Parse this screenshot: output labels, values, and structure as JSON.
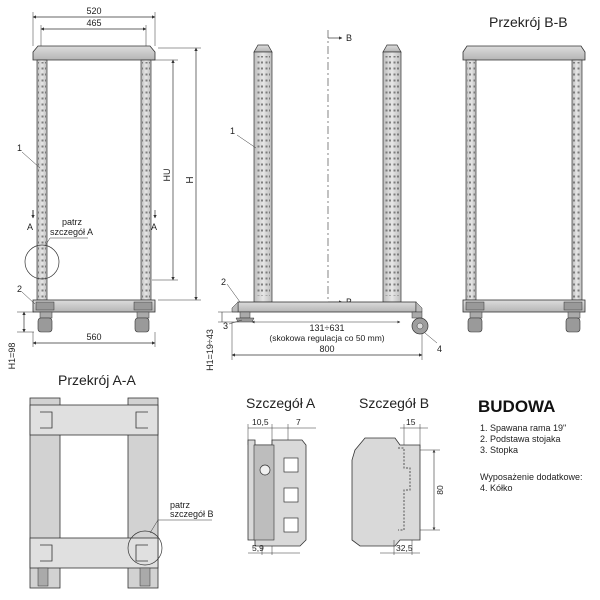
{
  "front_view": {
    "dim_width_outer": "520",
    "dim_width_inner": "465",
    "dim_hu": "HU",
    "dim_h": "H",
    "dim_base": "560",
    "dim_h1": "H1=98",
    "callout_1": "1",
    "callout_2": "2",
    "section_mark": "A",
    "ref_note_line1": "patrz",
    "ref_note_line2": "szczegół A"
  },
  "side_view": {
    "callout_1": "1",
    "callout_2": "2",
    "callout_3": "3",
    "callout_4": "4",
    "section_mark": "B",
    "adjust_range": "131÷631",
    "adjust_note": "(skokowa regulacja co 50 mm)",
    "dim_depth": "800",
    "dim_h1": "H1=19÷43"
  },
  "section_bb": {
    "title": "Przekrój B-B"
  },
  "section_aa": {
    "title": "Przekrój A-A",
    "ref_note_line1": "patrz",
    "ref_note_line2": "szczegół B"
  },
  "detail_a": {
    "title": "Szczegół A",
    "dim_left": "10,5",
    "dim_right": "7",
    "dim_bottom": "5,9"
  },
  "detail_b": {
    "title": "Szczegół B",
    "dim_top": "15",
    "dim_side": "80",
    "dim_bottom": "32,5"
  },
  "budowa": {
    "title": "BUDOWA",
    "items": [
      "1. Spawana rama 19\"",
      "2. Podstawa stojaka",
      "3. Stopka"
    ],
    "extras_title": "Wyposażenie dodatkowe:",
    "extras": [
      "4. Kółko"
    ]
  }
}
